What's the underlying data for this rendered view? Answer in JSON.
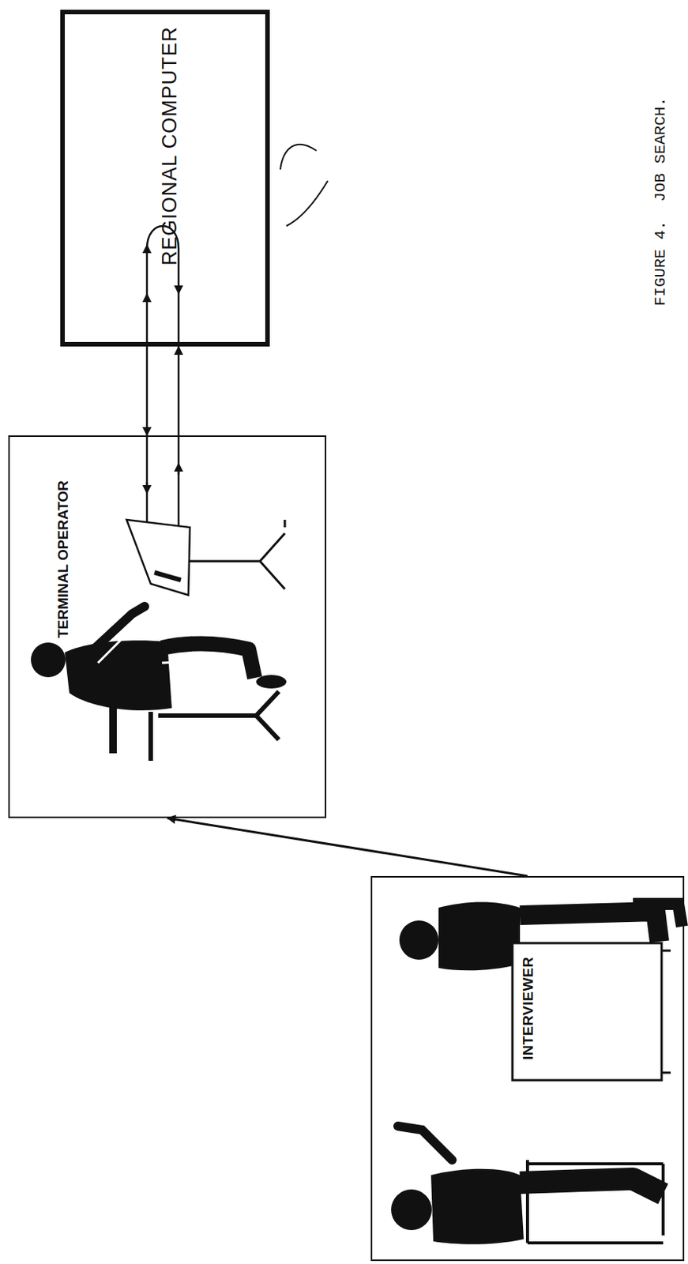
{
  "diagram": {
    "caption": "FIGURE 4.  JOB SEARCH.",
    "nodes": [
      {
        "text": [
          "REGIONAL COMPUTER"
        ]
      },
      {
        "text": [
          "TERMINAL OPERATOR"
        ]
      },
      {
        "text": [
          "INTERVIEWER"
        ]
      }
    ],
    "edges": [
      {
        "from": 2,
        "to": 1,
        "arrow": "to"
      },
      {
        "from": 0,
        "to": 1,
        "arrow": "both"
      }
    ]
  }
}
